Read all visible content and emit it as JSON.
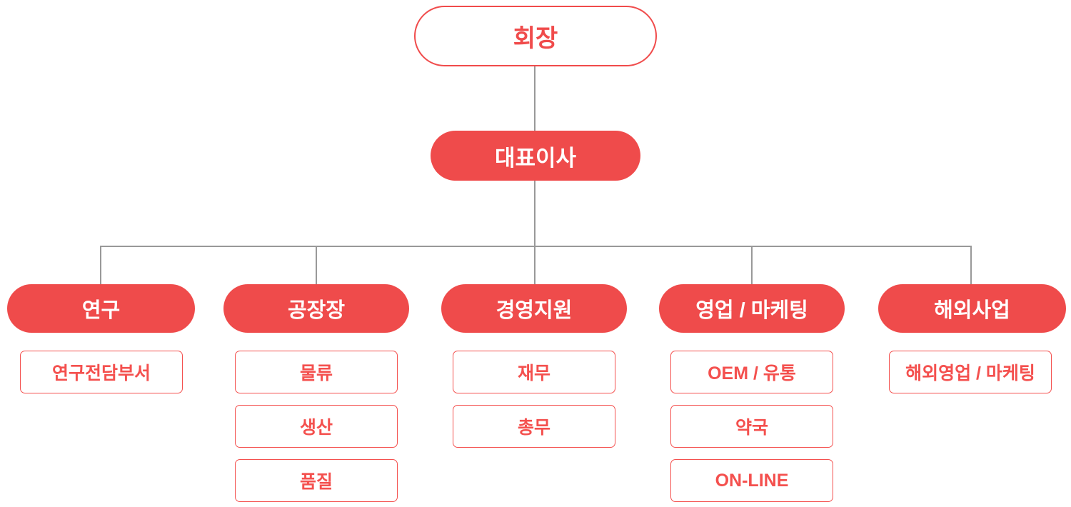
{
  "colors": {
    "primary_red": "#ef4b4b",
    "outline_red": "#f4504e",
    "connector_gray": "#999999",
    "background": "#ffffff"
  },
  "org": {
    "chairman": {
      "label": "회장"
    },
    "ceo": {
      "label": "대표이사"
    },
    "divisions": [
      {
        "label": "연구",
        "children": [
          "연구전담부서"
        ]
      },
      {
        "label": "공장장",
        "children": [
          "물류",
          "생산",
          "품질"
        ]
      },
      {
        "label": "경영지원",
        "children": [
          "재무",
          "총무"
        ]
      },
      {
        "label": "영업 / 마케팅",
        "children": [
          "OEM / 유통",
          "약국",
          "ON-LINE"
        ]
      },
      {
        "label": "해외사업",
        "children": [
          "해외영업 / 마케팅"
        ]
      }
    ]
  }
}
